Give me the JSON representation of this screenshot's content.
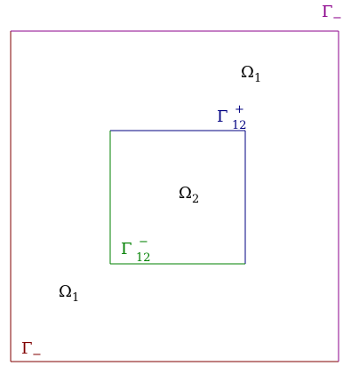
{
  "figure": {
    "colors": {
      "outer_left_bottom": "#800000",
      "outer_top_right": "#8b008b",
      "inner_top_right": "#000080",
      "inner_left_bottom": "#008000",
      "text_dark": "#000000"
    },
    "labels": {
      "omega1_top": {
        "base": "Ω",
        "sub": "1"
      },
      "omega2_center": {
        "base": "Ω",
        "sub": "2"
      },
      "omega1_bottom": {
        "base": "Ω",
        "sub": "1"
      },
      "gamma_minus_bottom": {
        "base": "Γ",
        "sub": "−"
      },
      "gamma_minus_top": {
        "base": "Γ",
        "sub": "−"
      },
      "gamma12_plus": {
        "base": "Γ",
        "sub": "12",
        "sup": "+"
      },
      "gamma12_minus": {
        "base": "Γ",
        "sub": "12",
        "sup": "−"
      }
    }
  }
}
